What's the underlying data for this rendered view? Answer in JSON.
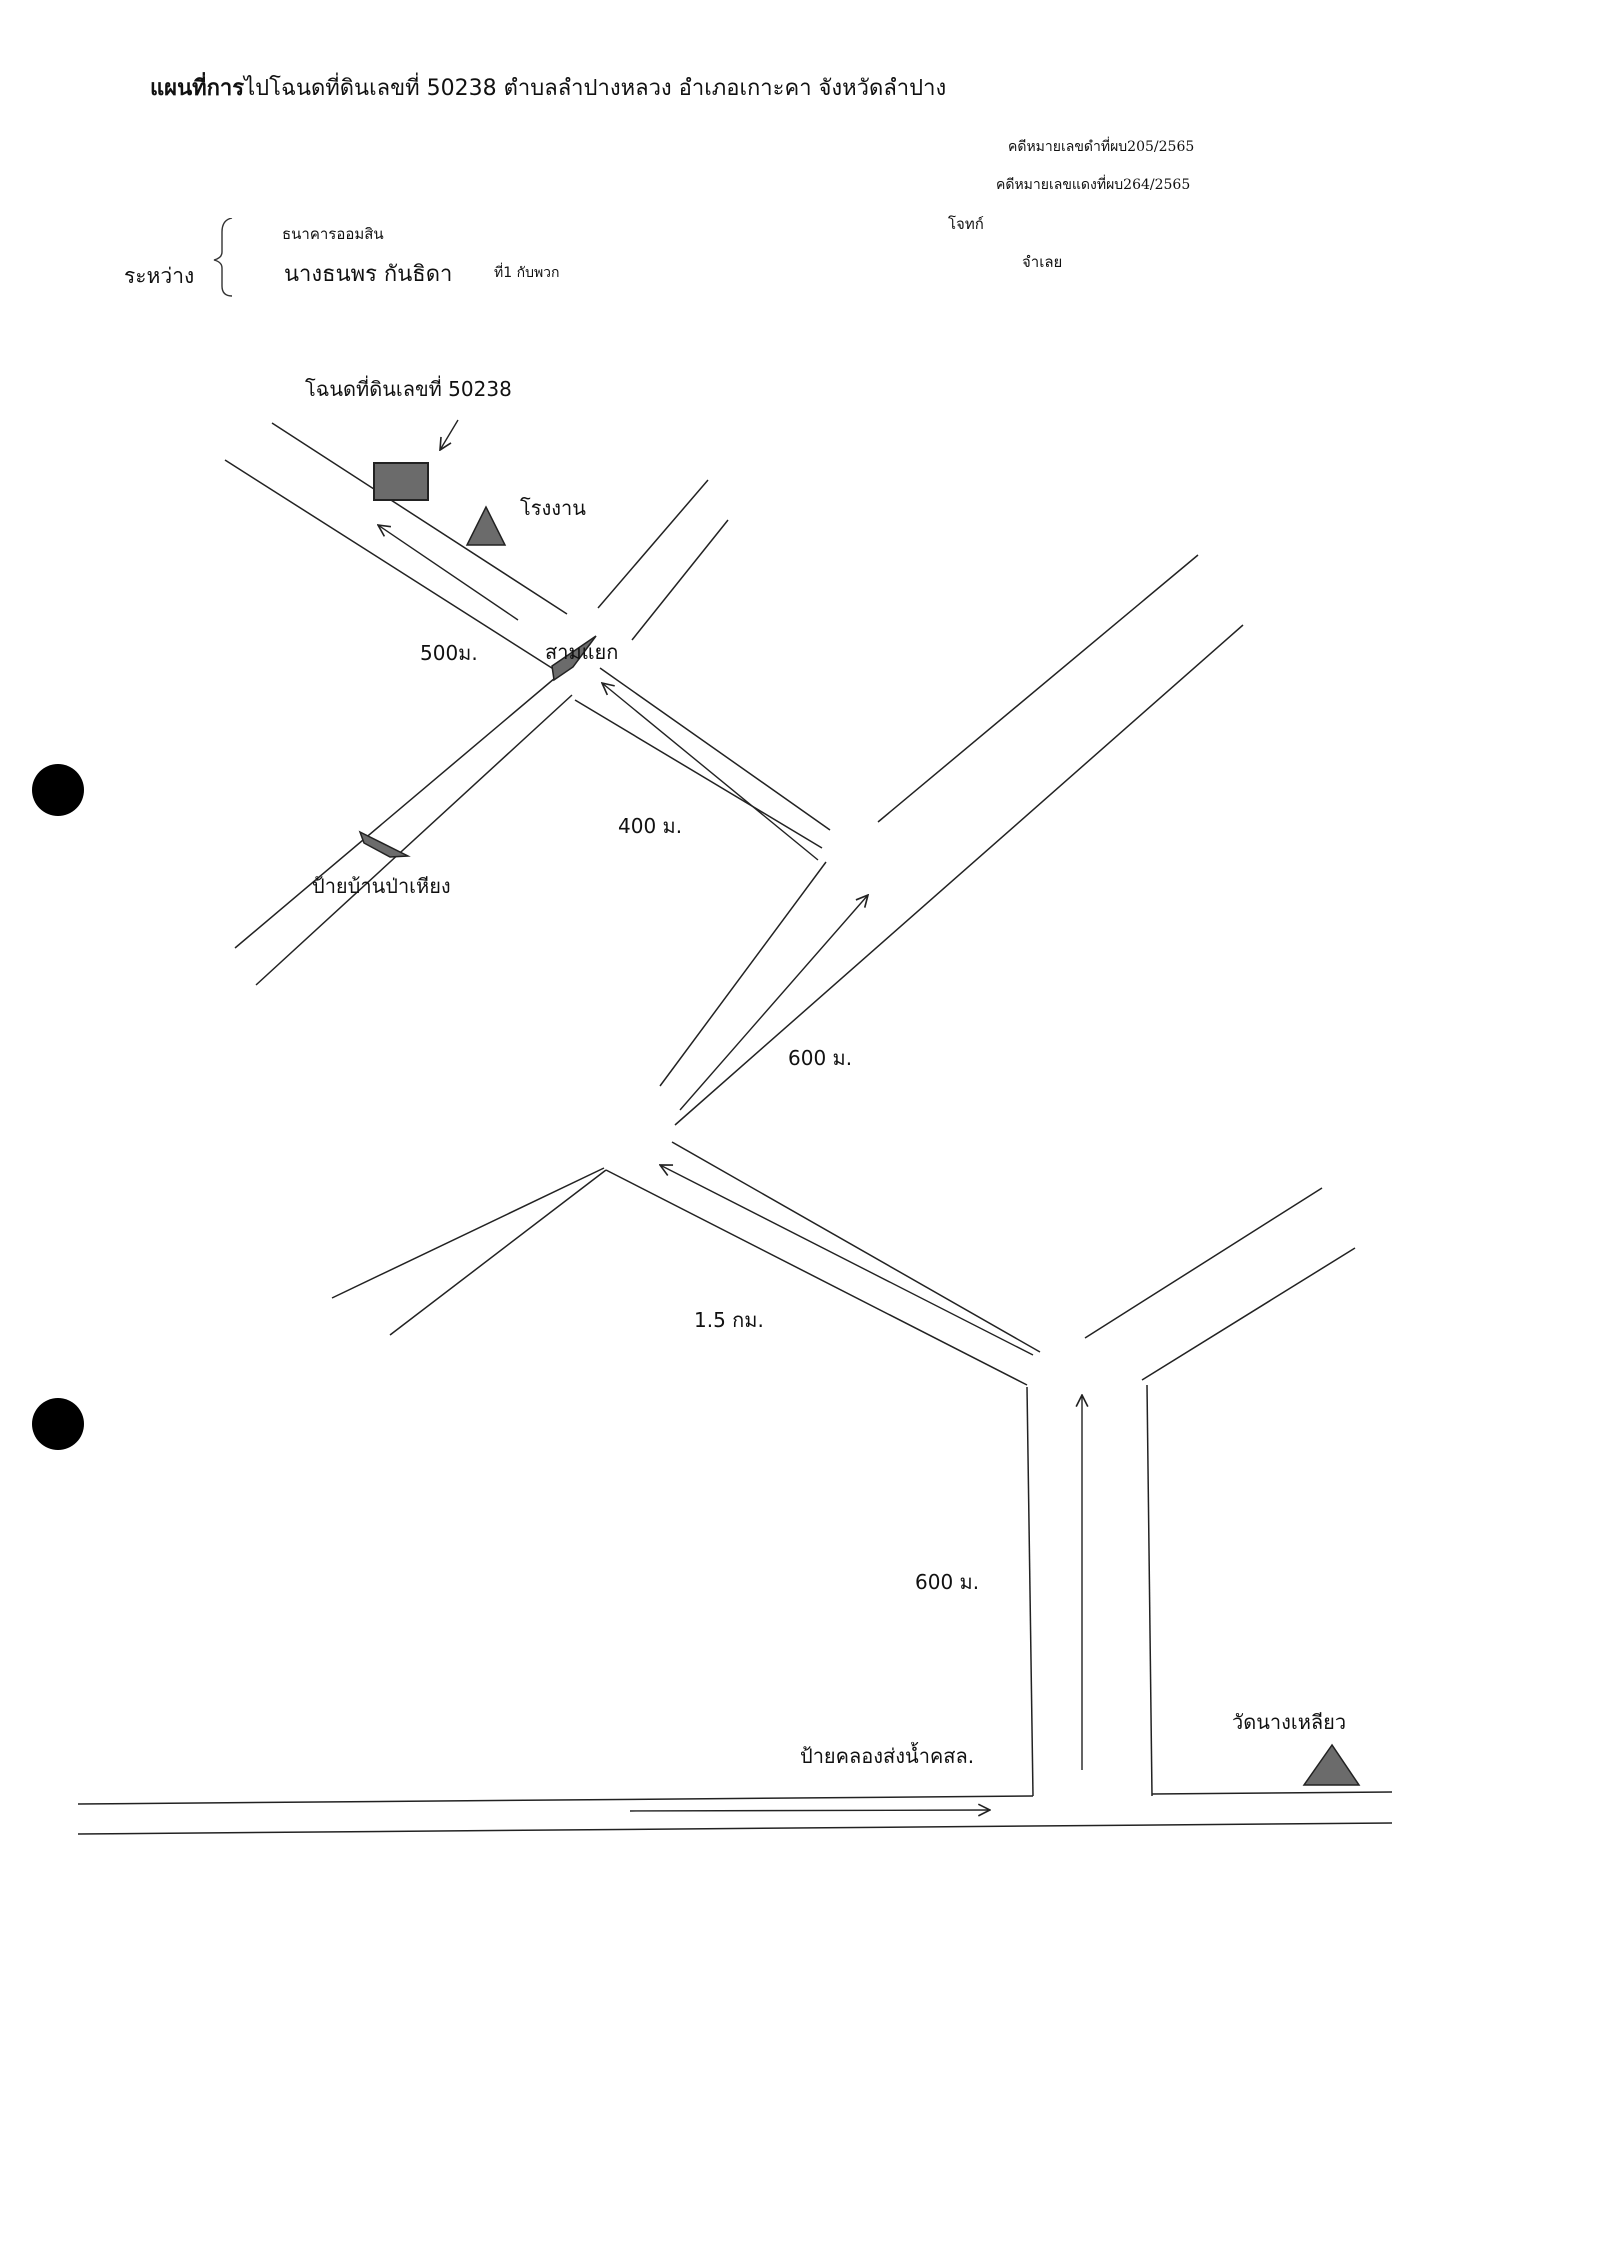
{
  "header": {
    "title_bold": "แผนที่การ",
    "title_rest": "ไปโฉนดที่ดินเลขที่ 50238  ตำบลลำปางหลวง  อำเภอเกาะคา  จังหวัดลำปาง",
    "case_black": "คดีหมายเลขดำที่ผบ205/2565",
    "case_red": "คดีหมายเลขแดงที่ผบ264/2565",
    "between_label": "ระหว่าง",
    "plaintiff_name": "ธนาคารออมสิน",
    "plaintiff_role": "โจทก์",
    "defendant_name": "นางธนพร  กันธิดา",
    "defendant_note": "ที่1 กับพวก",
    "defendant_role": "จำเลย"
  },
  "map": {
    "deed_label": "โฉนดที่ดินเลขที่  50238",
    "factory_label": "โรงงาน",
    "junction_label": "สามแยก",
    "village_sign_label": "ป้ายบ้านป่าเหียง",
    "canal_sign_label": "ป้ายคลองส่งน้ำคสล.",
    "temple_label": "วัดนางเหลียว",
    "distances": {
      "d1": "500ม.",
      "d2": "400 ม.",
      "d3": "600 ม.",
      "d4": "1.5  กม.",
      "d5": "600 ม."
    },
    "colors": {
      "road_line": "#222222",
      "marker_fill": "#6b6b6b",
      "marker_stroke": "#222222"
    }
  }
}
